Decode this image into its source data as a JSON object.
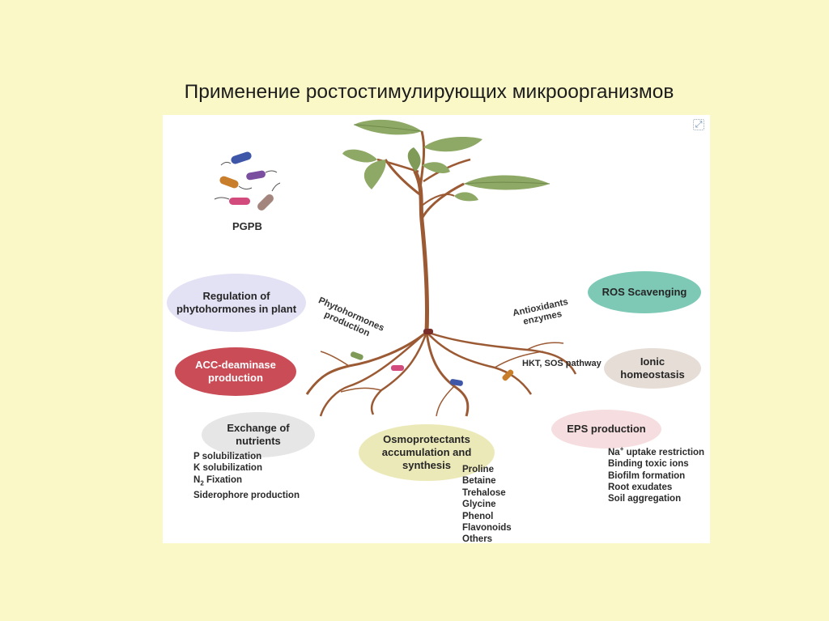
{
  "slide": {
    "title": "Применение ростостимулирующих микроорганизмов"
  },
  "diagram": {
    "bacteria_label": "PGPB",
    "center_labels": {
      "phytohormones": "Phytohormones production",
      "antioxidants": "Antioxidants enzymes",
      "pathway": "HKT, SOS pathway"
    },
    "ovals": {
      "regulation": {
        "line1": "Regulation of",
        "line2": "phytohormones in plant",
        "color": "#e3e1f4"
      },
      "acc": {
        "line1": "ACC-deaminase",
        "line2": "production",
        "color": "#c94c57"
      },
      "exchange": {
        "line1": "Exchange of",
        "line2": "nutrients",
        "color": "#e6e6e6"
      },
      "osmo": {
        "line1": "Osmoprotectants",
        "line2": "accumulation and",
        "line3": "synthesis",
        "color": "#ece9b8"
      },
      "ros": {
        "line1": "ROS Scavenging",
        "color": "#7dc9b5"
      },
      "ionic": {
        "line1": "Ionic",
        "line2": "homeostasis",
        "color": "#e6ddd6"
      },
      "eps": {
        "line1": "EPS  production",
        "color": "#f6dddf"
      }
    },
    "nutrients_list": [
      "P solubilization",
      "K solubilization",
      "Fixation",
      "Siderophore production"
    ],
    "nitrogen_symbol": "N",
    "nitrogen_subscript": "2",
    "osmo_list": [
      "Proline",
      "Betaine",
      "Trehalose",
      "Glycine",
      "Phenol",
      "Flavonoids",
      "Others"
    ],
    "eps_list_first_sup": "+",
    "eps_list_first_main": " uptake restriction",
    "eps_list_first_prefix": "Na",
    "eps_list": [
      "Binding toxic ions",
      "Biofilm formation",
      "Root exudates",
      "Soil aggregation"
    ],
    "icons": {
      "expand": "expand-icon",
      "bacteria": "bacteria-icon",
      "plant": "plant-icon"
    },
    "colors": {
      "stem": "#9b5a34",
      "leaf": "#8ea865",
      "leaf_dark": "#6f8a4a",
      "bacteria": [
        "#3f57a8",
        "#7b4fa0",
        "#c97e2c",
        "#d24b7c",
        "#a3857d"
      ]
    }
  }
}
